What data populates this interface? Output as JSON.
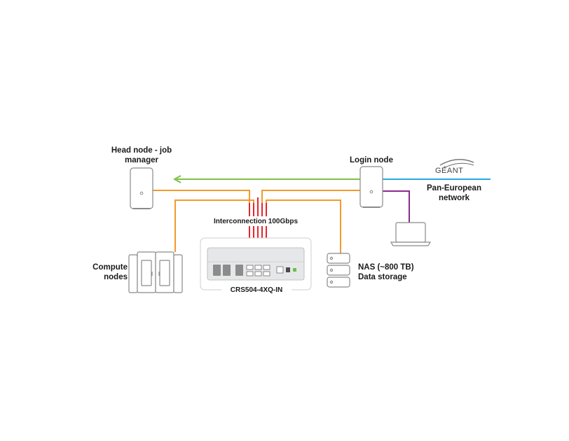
{
  "diagram": {
    "head_node": {
      "label_line1": "Head node - job",
      "label_line2": "manager"
    },
    "login_node": {
      "label": "Login node"
    },
    "geant": {
      "logo_text": "GÉANT",
      "label_line1": "Pan-European",
      "label_line2": "network"
    },
    "interconnect": {
      "label": "Interconnection 100Gbps"
    },
    "switch": {
      "label": "CRS504-4XQ-IN"
    },
    "compute": {
      "label_line1": "Compute",
      "label_line2": "nodes"
    },
    "nas": {
      "label_line1": "NAS (~800 TB)",
      "label_line2": "Data storage"
    },
    "colors": {
      "orange": "#f39a2b",
      "red": "#e5262c",
      "green": "#7dc242",
      "blue": "#29a9e1",
      "purple": "#8a2a8f",
      "device_stroke": "#8a8a8a",
      "switch_body": "#e6e7e8"
    }
  }
}
